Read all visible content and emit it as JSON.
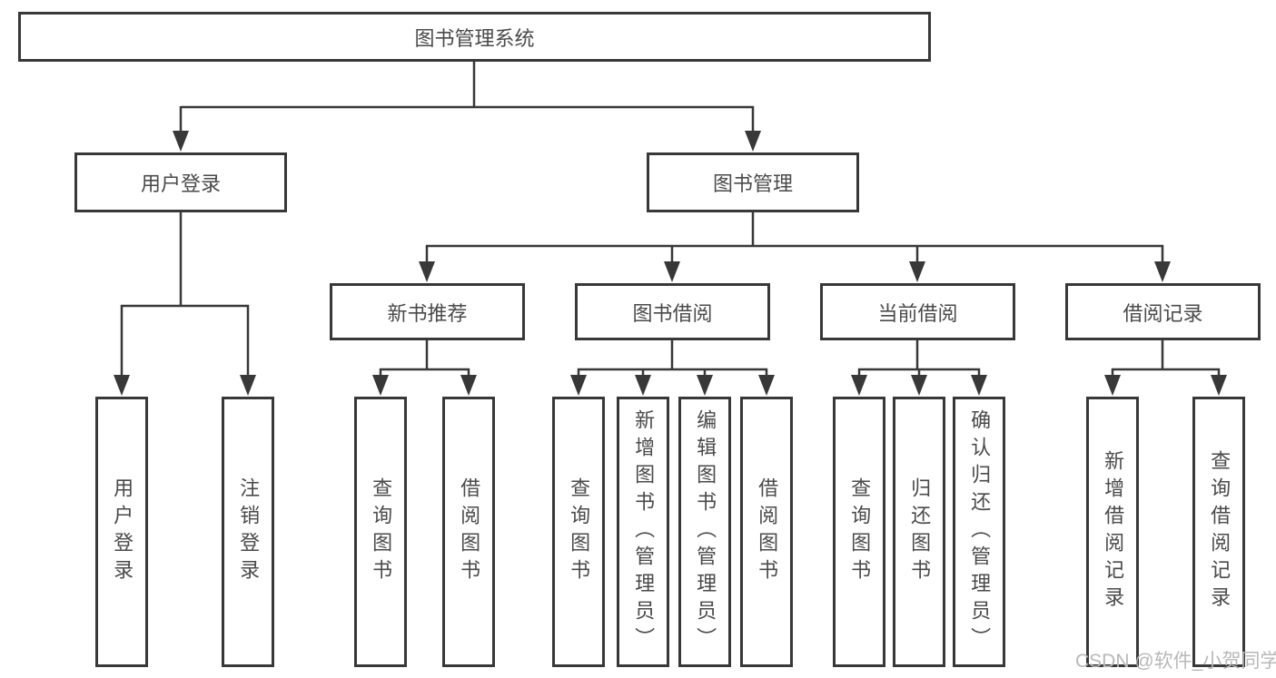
{
  "diagram": {
    "root": {
      "label": "图书管理系统"
    },
    "level2": [
      {
        "label": "用户登录"
      },
      {
        "label": "图书管理"
      }
    ],
    "level3": [
      {
        "label": "新书推荐"
      },
      {
        "label": "图书借阅"
      },
      {
        "label": "当前借阅"
      },
      {
        "label": "借阅记录"
      }
    ],
    "leaves": {
      "login": [
        {
          "label": "用户登录"
        },
        {
          "label": "注销登录"
        }
      ],
      "recommend": [
        {
          "label": "查询图书"
        },
        {
          "label": "借阅图书"
        }
      ],
      "borrow": [
        {
          "label": "查询图书"
        },
        {
          "label": "新增图书（管理员）"
        },
        {
          "label": "编辑图书（管理员）"
        },
        {
          "label": "借阅图书"
        }
      ],
      "current": [
        {
          "label": "查询图书"
        },
        {
          "label": "归还图书"
        },
        {
          "label": "确认归还（管理员）"
        }
      ],
      "records": [
        {
          "label": "新增借阅记录"
        },
        {
          "label": "查询借阅记录"
        }
      ]
    }
  },
  "watermark": {
    "text": "CSDN @软件_小贺同学"
  },
  "colors": {
    "line": "#383838",
    "text": "#4a4a4a",
    "watermark": "#b8b8b8",
    "background": "#ffffff"
  }
}
